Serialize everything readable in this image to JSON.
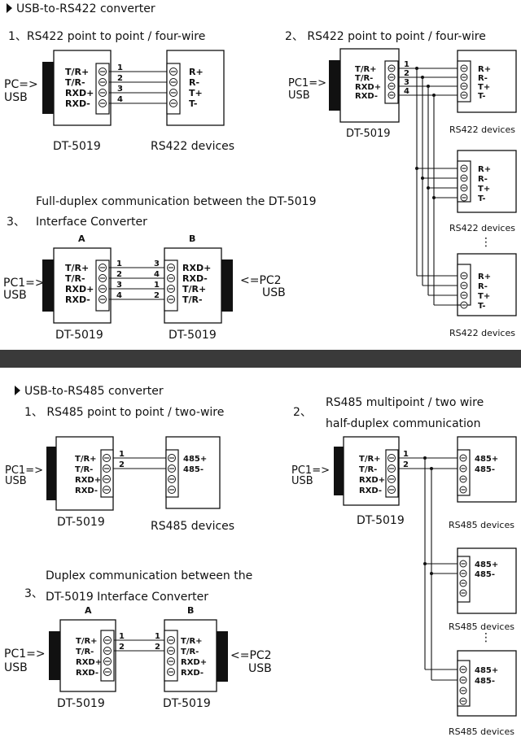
{
  "sections": {
    "rs422": {
      "title": "USB-to-RS422 converter",
      "d1": {
        "heading": "1、RS422 point to point / four-wire",
        "pc": [
          "PC=>",
          "USB"
        ],
        "conv_pins": [
          "T/R+",
          "T/R-",
          "RXD+",
          "RXD-"
        ],
        "wire_numbers": [
          "1",
          "2",
          "3",
          "4"
        ],
        "dev_pins": [
          "R+",
          "R-",
          "T+",
          "T-"
        ],
        "conv_label": "DT-5019",
        "dev_label": "RS422 devices"
      },
      "d2": {
        "heading": "2、 RS422 point to point / four-wire",
        "pc": [
          "PC1=>",
          "USB"
        ],
        "conv_pins": [
          "T/R+",
          "T/R-",
          "RXD+",
          "RXD-"
        ],
        "wire_numbers": [
          "1",
          "2",
          "3",
          "4"
        ],
        "dev_pins": [
          "R+",
          "R-",
          "T+",
          "T-"
        ],
        "conv_label": "DT-5019",
        "dev_label": "RS422 devices",
        "ellipsis": "⋮"
      },
      "d3": {
        "heading_line1": "Full-duplex communication between the DT-5019",
        "heading_num": "3、",
        "heading_line2": "Interface Converter",
        "label_a": "A",
        "label_b": "B",
        "pc1": [
          "PC1=>",
          "USB"
        ],
        "pc2": [
          "<=PC2",
          "USB"
        ],
        "a_pins": [
          "T/R+",
          "T/R-",
          "RXD+",
          "RXD-"
        ],
        "a_numbers": [
          "1",
          "2",
          "3",
          "4"
        ],
        "b_numbers": [
          "3",
          "4",
          "1",
          "2"
        ],
        "b_pins": [
          "RXD+",
          "RXD-",
          "T/R+",
          "T/R-"
        ],
        "a_label": "DT-5019",
        "b_label": "DT-5019"
      }
    },
    "rs485": {
      "title": "USB-to-RS485 converter",
      "d1": {
        "heading": "1、 RS485 point to point / two-wire",
        "pc": [
          "PC1=>",
          "USB"
        ],
        "conv_pins": [
          "T/R+",
          "T/R-",
          "RXD+",
          "RXD-"
        ],
        "wire_numbers": [
          "1",
          "2"
        ],
        "dev_pins": [
          "485+",
          "485-"
        ],
        "conv_label": "DT-5019",
        "dev_label": "RS485 devices"
      },
      "d2": {
        "heading_num": "2、",
        "heading_line1": "RS485 multipoint / two wire",
        "heading_line2": "half-duplex communication",
        "pc": [
          "PC1=>",
          "USB"
        ],
        "conv_pins": [
          "T/R+",
          "T/R-",
          "RXD+",
          "RXD-"
        ],
        "wire_numbers": [
          "1",
          "2"
        ],
        "dev_pins": [
          "485+",
          "485-"
        ],
        "conv_label": "DT-5019",
        "dev_label": "RS485 devices",
        "ellipsis": "⋮"
      },
      "d3": {
        "heading_line1": "Duplex communication between the",
        "heading_num": "3、",
        "heading_line2": "DT-5019 Interface Converter",
        "label_a": "A",
        "label_b": "B",
        "pc1": [
          "PC1=>",
          "USB"
        ],
        "pc2": [
          "<=PC2",
          "USB"
        ],
        "a_pins": [
          "T/R+",
          "T/R-",
          "RXD+",
          "RXD-"
        ],
        "wire_numbers": [
          "1",
          "2"
        ],
        "b_pins": [
          "T/R+",
          "T/R-",
          "RXD+",
          "RXD-"
        ],
        "a_label": "DT-5019",
        "b_label": "DT-5019"
      }
    }
  }
}
